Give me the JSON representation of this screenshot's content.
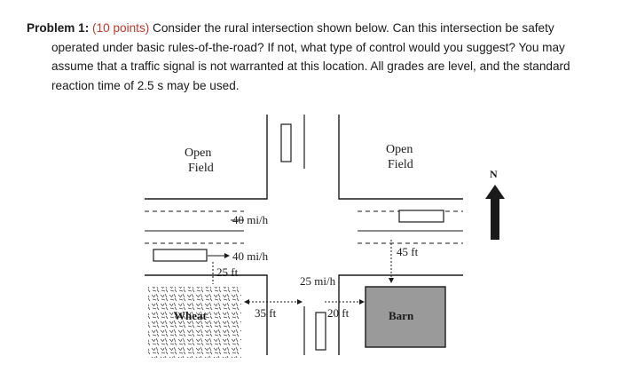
{
  "problem": {
    "label": "Problem 1:",
    "points": "(10 points)",
    "text": " Consider the rural intersection shown below. Can this intersection be safety operated under basic rules-of-the-road? If not, what type of control would you suggest? You may assume that a traffic signal is not warranted at this location. All grades are level, and the standard reaction time of 2.5 s may be used."
  },
  "diagram": {
    "field_nw": [
      "Open",
      "Field"
    ],
    "field_ne": [
      "Open",
      "Field"
    ],
    "speed_westbound": "40 mi/h",
    "speed_eastbound": "40 mi/h",
    "speed_northbound": "25 mi/h",
    "dim_25": "25 ft",
    "dim_35": "35 ft",
    "dim_20": "20 ft",
    "dim_45": "45 ft",
    "wheat": "Wheat",
    "barn": "Barn",
    "north": "N"
  },
  "colors": {
    "points": "#c0392b",
    "barn_fill": "#9a9a9a"
  }
}
